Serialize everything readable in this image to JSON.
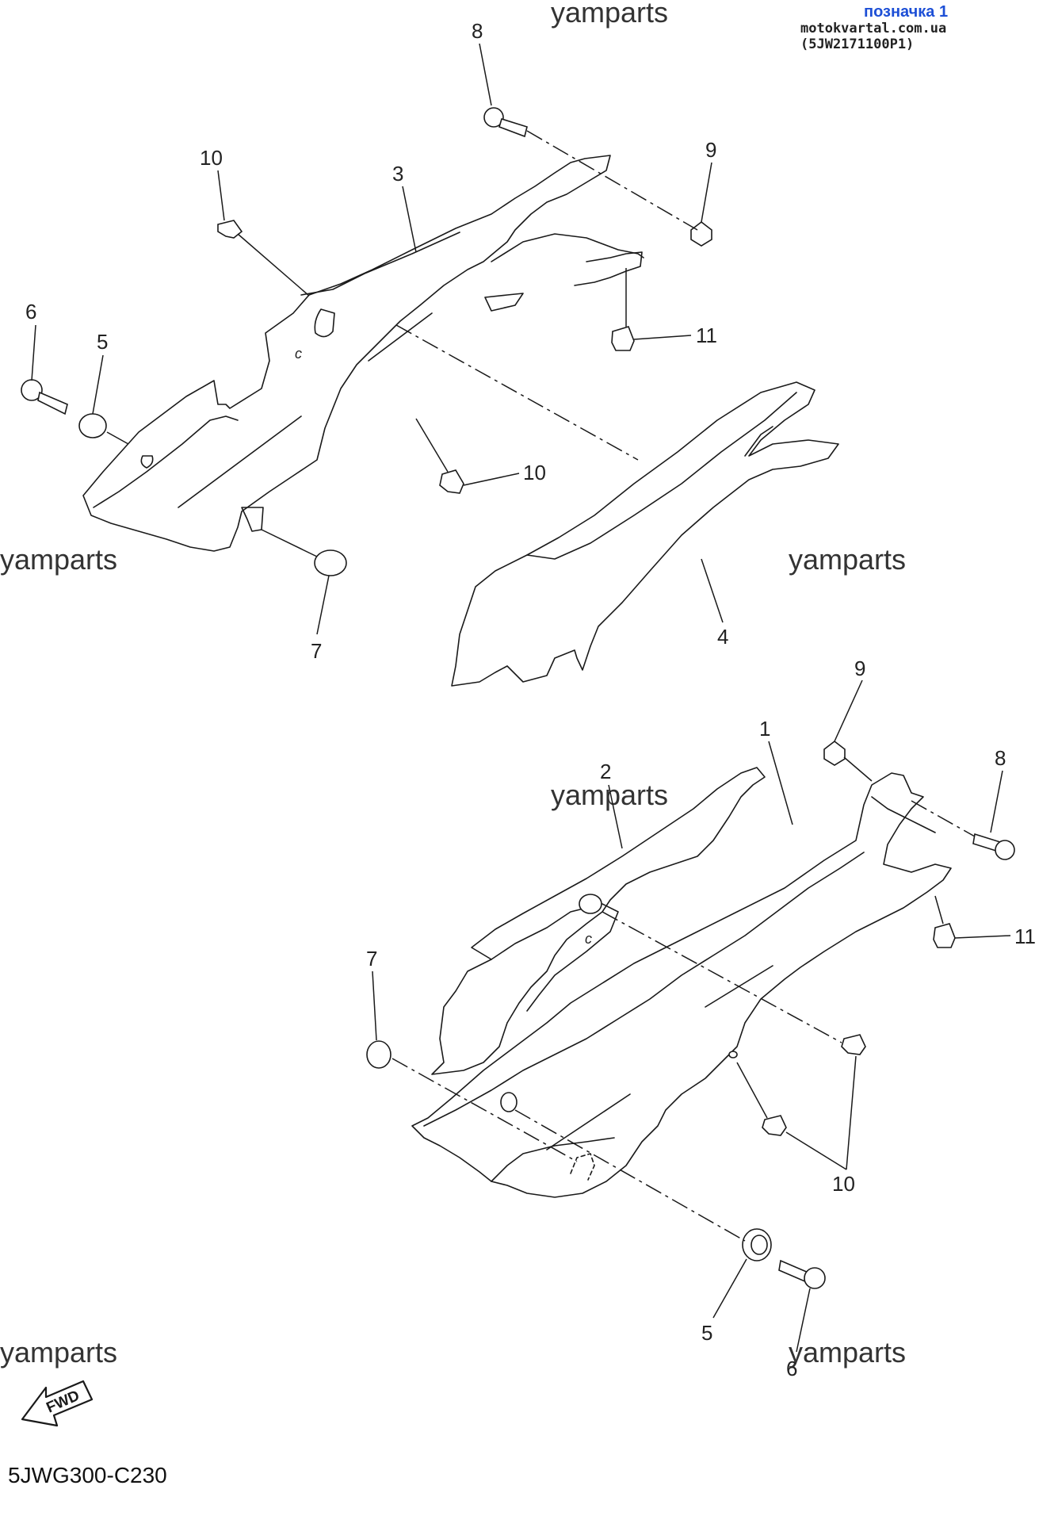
{
  "header": {
    "tag": "позначка 1",
    "source": "motokvartal.com.ua (5JW2171100P1)"
  },
  "watermarks": [
    "yamparts",
    "yamparts",
    "yamparts",
    "yamparts",
    "yamparts",
    "yamparts"
  ],
  "callouts": {
    "top": [
      "8",
      "10",
      "3",
      "9",
      "6",
      "5",
      "11",
      "10",
      "7",
      "4"
    ],
    "bottom": [
      "9",
      "1",
      "8",
      "2",
      "11",
      "7",
      "10",
      "5",
      "6"
    ]
  },
  "fwd_label": "FWD",
  "diagram_code": "5JWG300-C230"
}
